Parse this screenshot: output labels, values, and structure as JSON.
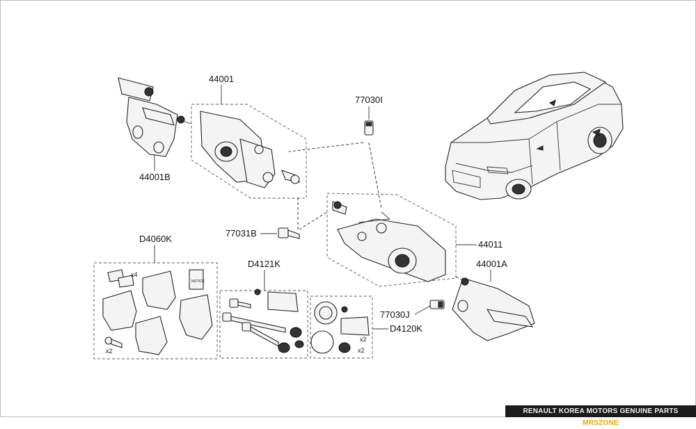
{
  "labels": {
    "p44001": "44001",
    "p44001B": "44001B",
    "p77030I": "77030I",
    "p77031B": "77031B",
    "p44011": "44011",
    "p44001A": "44001A",
    "p77030J": "77030J",
    "pD4060K": "D4060K",
    "pD4121K": "D4121K",
    "pD4120K": "D4120K"
  },
  "quantities": {
    "clips": "x4",
    "pad_bolts": "x2",
    "boots": "x2",
    "seals": "x2"
  },
  "note_card": "NOTICE",
  "footer": {
    "main": "RENAULT KOREA MOTORS GENUINE PARTS ",
    "brand": "MRSZONE"
  }
}
